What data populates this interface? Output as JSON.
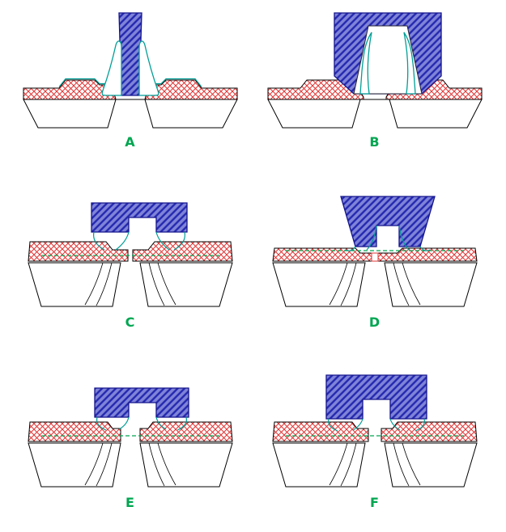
{
  "figure": {
    "kind": "semiconductor-process-cross-sections",
    "panel_count": 6
  },
  "panels": [
    {
      "label": "A"
    },
    {
      "label": "B"
    },
    {
      "label": "C"
    },
    {
      "label": "D"
    },
    {
      "label": "E"
    },
    {
      "label": "F"
    }
  ],
  "colors": {
    "gate_fill": "#8084d8",
    "gate_hatch": "#2428b0",
    "gate_outline": "#14148c",
    "sd_hatch": "#e03434",
    "outline": "#000000",
    "spacer_teal": "#009e96",
    "junction_green": "#00a651",
    "label_green": "#00a651",
    "background": "#ffffff"
  }
}
